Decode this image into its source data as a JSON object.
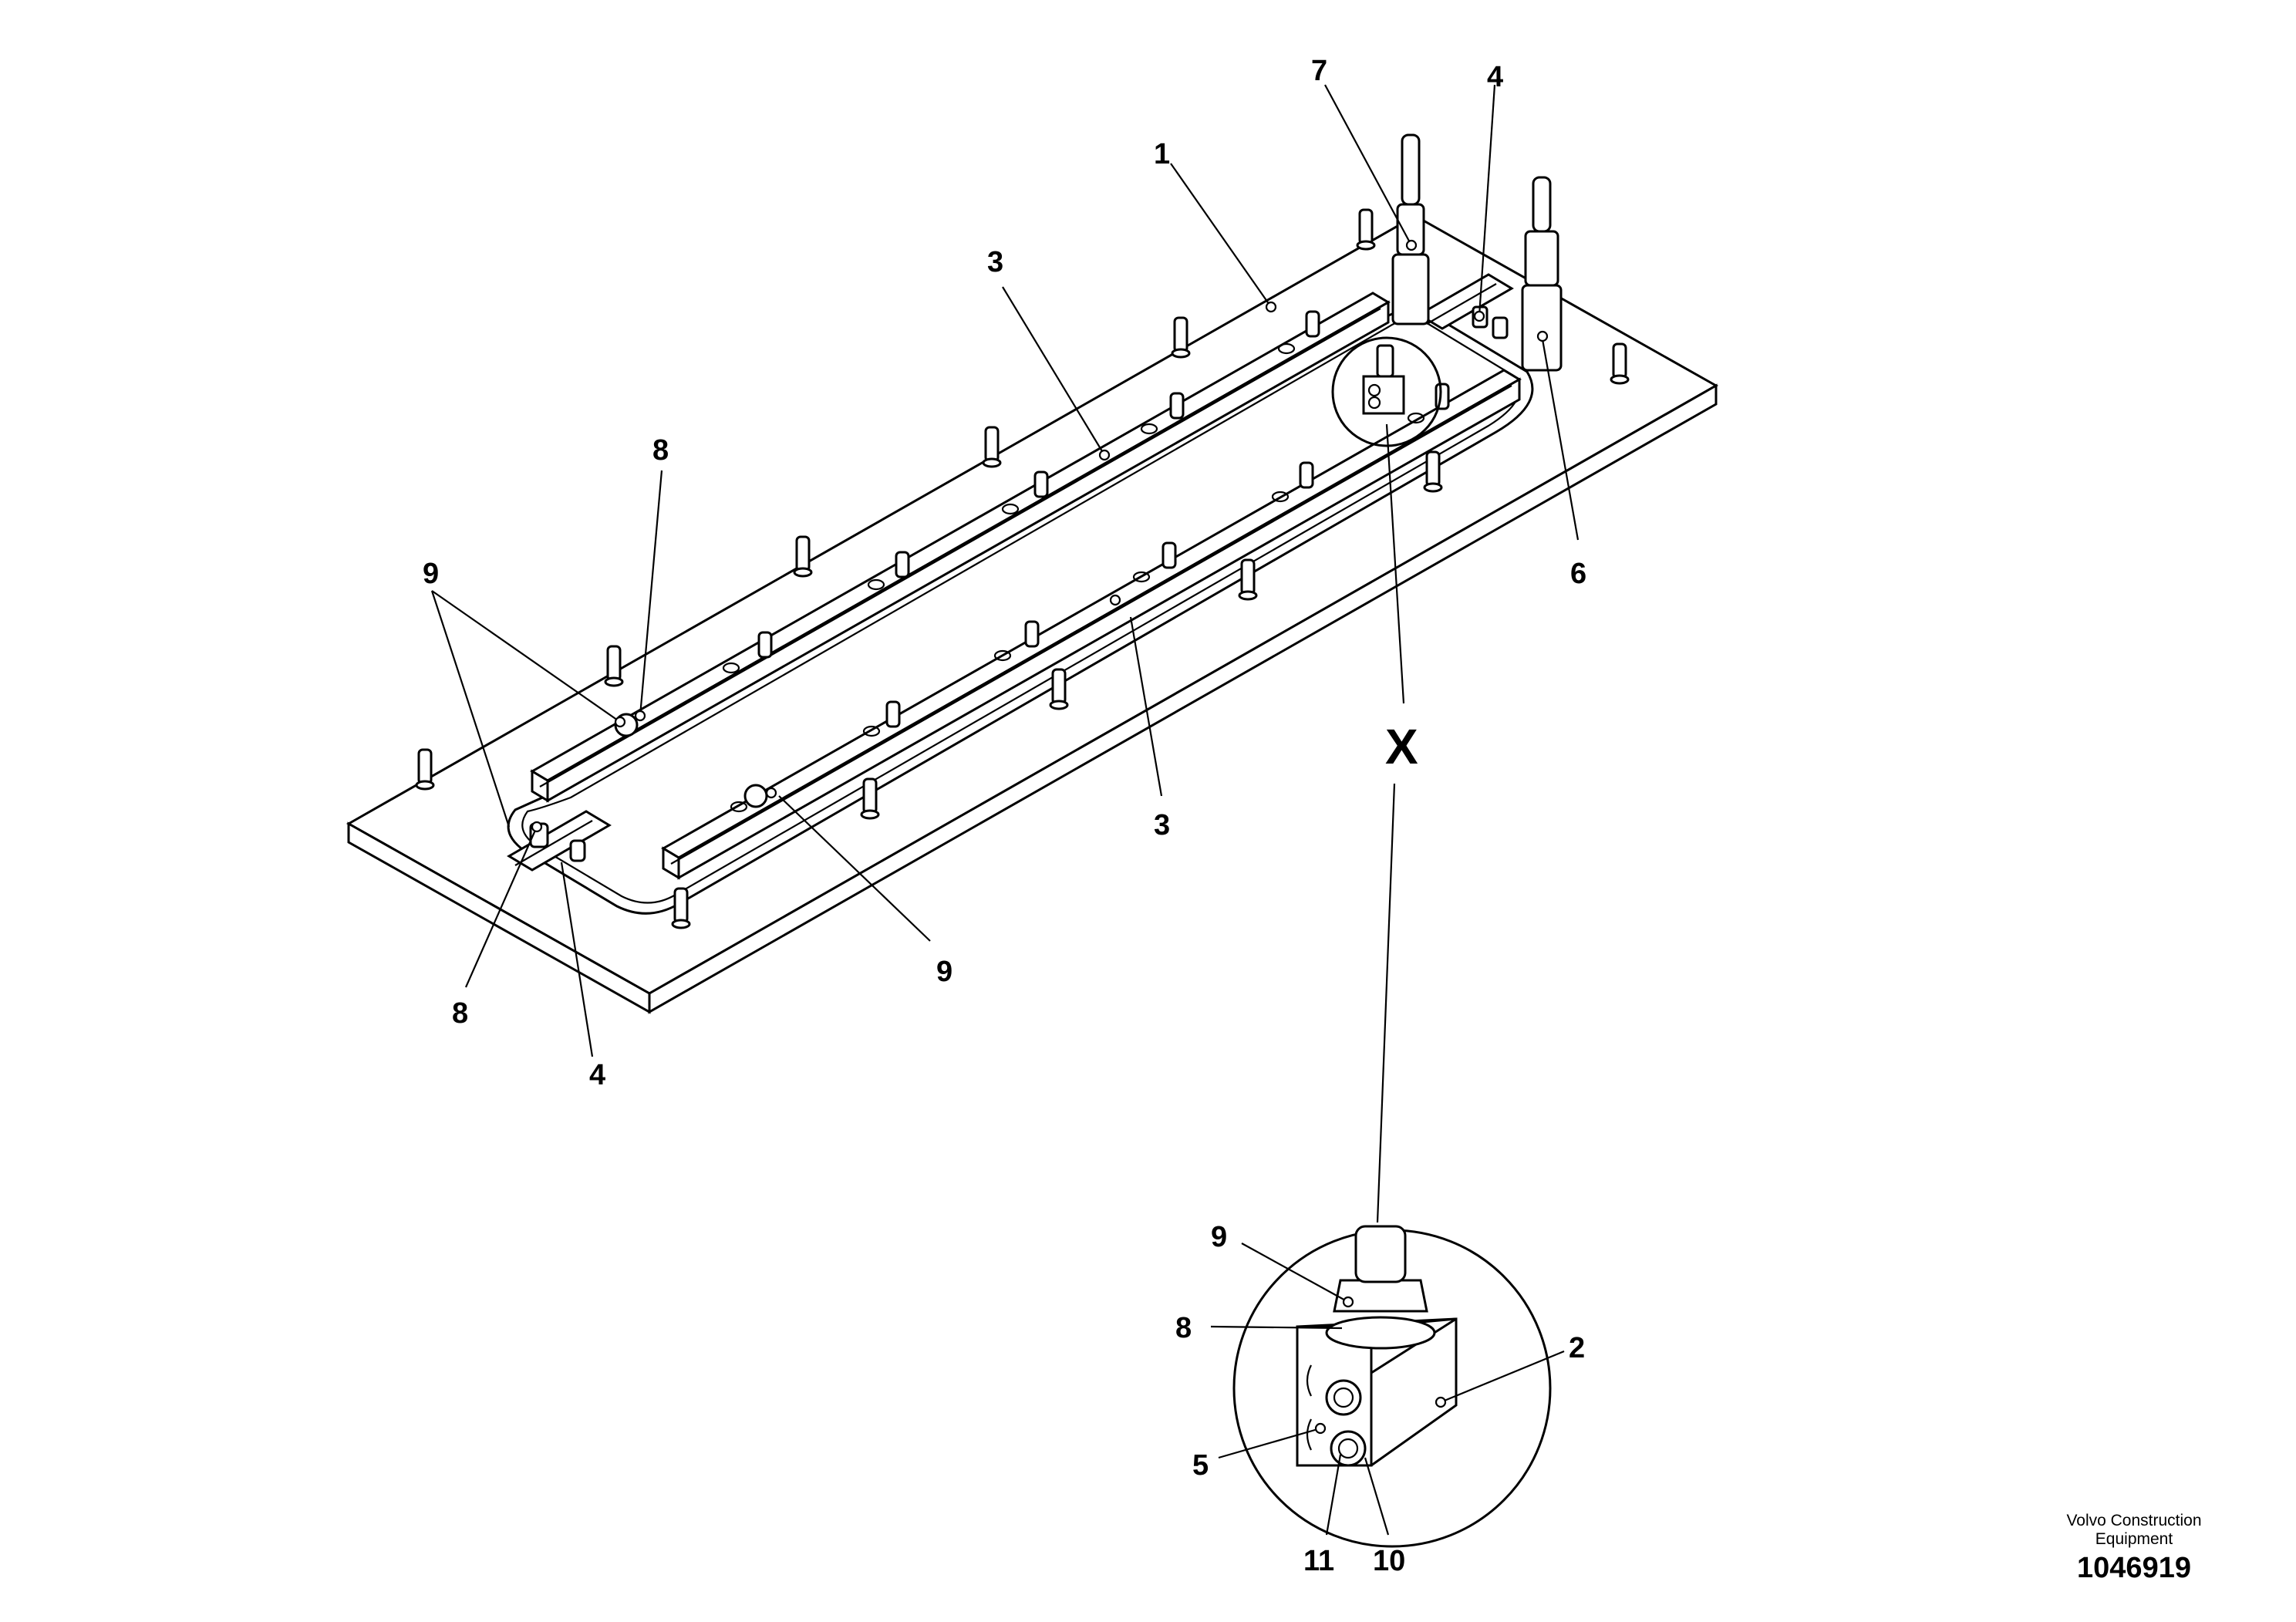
{
  "callouts": {
    "c1": "1",
    "c2": "2",
    "c3a": "3",
    "c3b": "3",
    "c4a": "4",
    "c4b": "4",
    "c5": "5",
    "c6": "6",
    "c7": "7",
    "c8a": "8",
    "c8b": "8",
    "c8c": "8",
    "c9a": "9",
    "c9b": "9",
    "c9c": "9",
    "c10": "10",
    "c11": "11",
    "detail": "X"
  },
  "footer": {
    "company_line1": "Volvo Construction",
    "company_line2": "Equipment",
    "document_number": "1046919"
  }
}
